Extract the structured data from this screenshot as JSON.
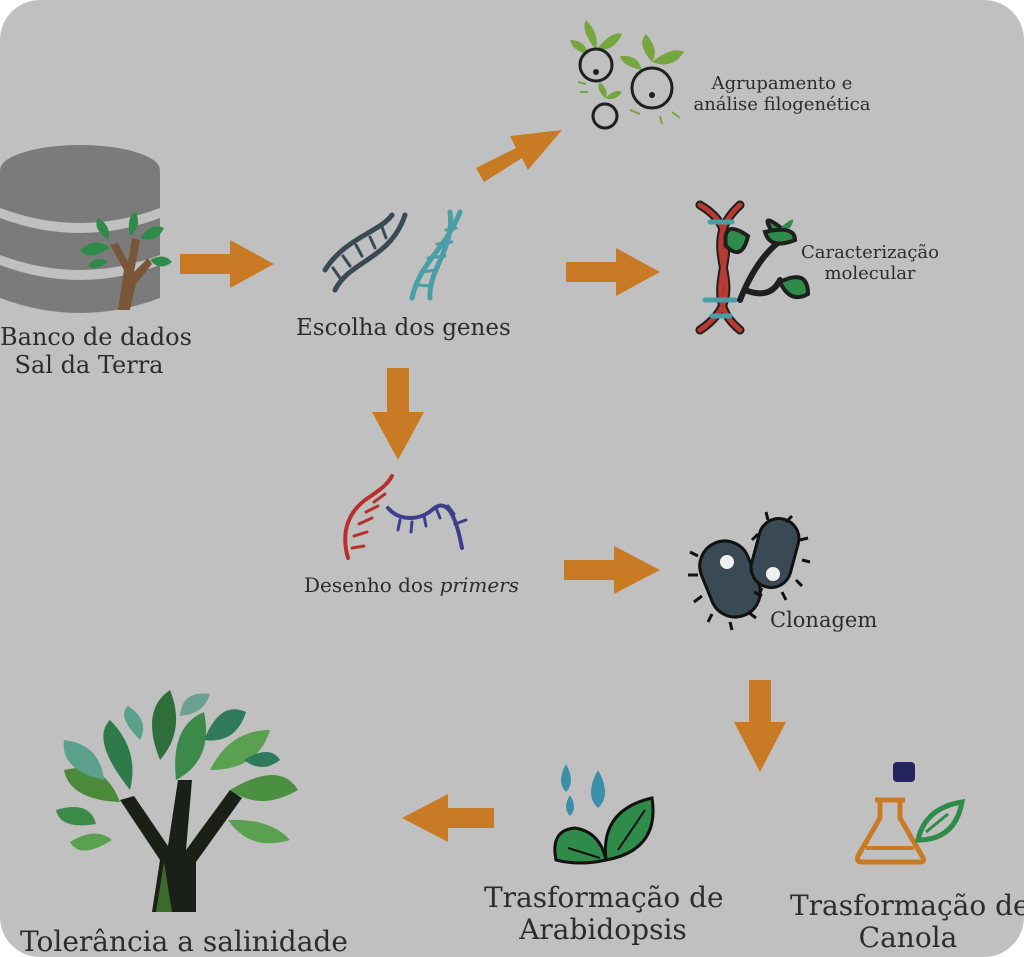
{
  "diagram": {
    "nodes": {
      "database": {
        "line1": "Banco de dados",
        "line2": "Sal da Terra",
        "icon": "database-with-plant-icon"
      },
      "genes": {
        "label": "Escolha dos genes",
        "icon": "dna-helices-icon"
      },
      "phylo": {
        "line1": "Agrupamento e",
        "line2": "análise filogenética",
        "icon": "plant-groups-icon"
      },
      "charac": {
        "line1": "Caracterização",
        "line2": "molecular",
        "icon": "dna-plant-icon"
      },
      "primers": {
        "label_plain": "Desenho dos ",
        "label_italic": "primers",
        "icon": "primer-strands-icon"
      },
      "cloning": {
        "label": "Clonagem",
        "icon": "bacteria-icon"
      },
      "arabidopsis": {
        "line1": "Trasformação de",
        "line2": "Arabidopsis",
        "icon": "water-drops-leaves-icon"
      },
      "canola": {
        "line1": "Trasformação de",
        "line2": "Canola",
        "icon": "flask-leaf-icon"
      },
      "tolerance": {
        "label": "Tolerância a salinidade",
        "icon": "tree-icon"
      }
    },
    "colors": {
      "background": "#c0c0c0",
      "arrow": "#c97a24",
      "text": "#2c2c2c",
      "green": "#2e8b4a",
      "red_dna": "#b83a32",
      "blue_dna": "#3d3f8c"
    }
  }
}
